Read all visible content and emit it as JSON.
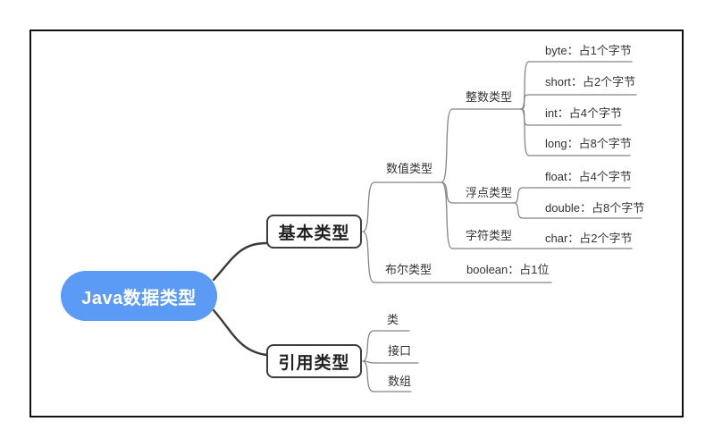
{
  "colors": {
    "root_fill": "#5B9AF5",
    "root_text": "#FFFFFF",
    "box_border": "#3D3D3D",
    "box_text": "#222222",
    "connector_thick": "#3A3A3A",
    "connector_thin": "#858585",
    "node_text": "#333333",
    "canvas_border": "#111111",
    "background": "#FFFFFF"
  },
  "mindmap": {
    "root": {
      "label": "Java数据类型",
      "children": [
        {
          "label": "基本类型",
          "children": [
            {
              "label": "数值类型",
              "children": [
                {
                  "label": "整数类型",
                  "children": [
                    {
                      "label": "byte：占1个字节"
                    },
                    {
                      "label": "short：占2个字节"
                    },
                    {
                      "label": "int：占4个字节"
                    },
                    {
                      "label": "long：占8个字节"
                    }
                  ]
                },
                {
                  "label": "浮点类型",
                  "children": [
                    {
                      "label": "float：占4个字节"
                    },
                    {
                      "label": "double：占8个字节"
                    }
                  ]
                },
                {
                  "label": "字符类型",
                  "children": [
                    {
                      "label": "char：占2个字节"
                    }
                  ]
                }
              ]
            },
            {
              "label": "布尔类型",
              "children": [
                {
                  "label": "boolean：占1位"
                }
              ]
            }
          ]
        },
        {
          "label": "引用类型",
          "children": [
            {
              "label": "类"
            },
            {
              "label": "接口"
            },
            {
              "label": "数组"
            }
          ]
        }
      ]
    }
  }
}
